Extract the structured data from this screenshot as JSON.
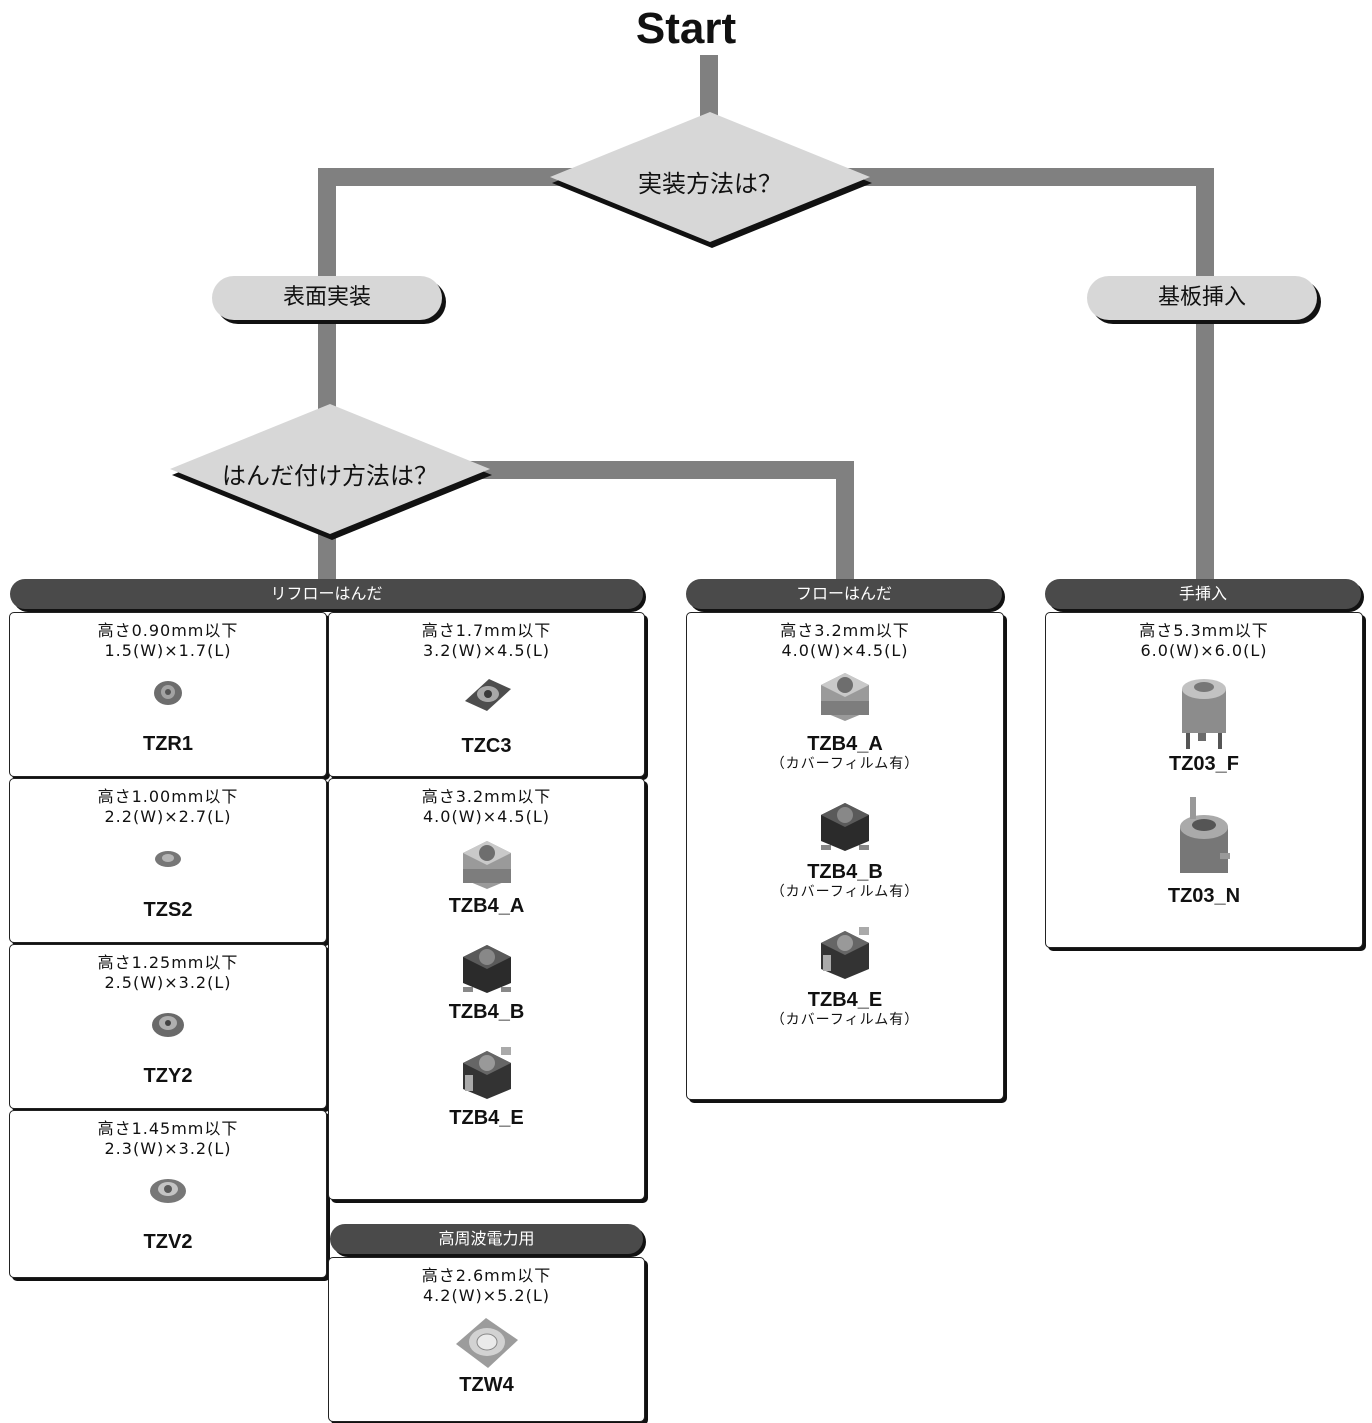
{
  "title": "Start",
  "decisions": {
    "mount_method": "実装方法は？",
    "solder_method": "はんだ付け方法は？"
  },
  "branches": {
    "surface": "表面実装",
    "through_hole": "基板挿入"
  },
  "groups": {
    "reflow": "リフローはんだ",
    "flow": "フローはんだ",
    "manual": "手挿入",
    "rf": "高周波電力用"
  },
  "reflow_left": [
    {
      "spec1": "高さ0.90mm以下",
      "spec2": "1.5(W)×1.7(L)",
      "name": "TZR1"
    },
    {
      "spec1": "高さ1.00mm以下",
      "spec2": "2.2(W)×2.7(L)",
      "name": "TZS2"
    },
    {
      "spec1": "高さ1.25mm以下",
      "spec2": "2.5(W)×3.2(L)",
      "name": "TZY2"
    },
    {
      "spec1": "高さ1.45mm以下",
      "spec2": "2.3(W)×3.2(L)",
      "name": "TZV2"
    }
  ],
  "reflow_right": {
    "tzc3": {
      "spec1": "高さ1.7mm以下",
      "spec2": "3.2(W)×4.5(L)",
      "name": "TZC3"
    },
    "tzb4": {
      "spec1": "高さ3.2mm以下",
      "spec2": "4.0(W)×4.5(L)",
      "names": [
        "TZB4_A",
        "TZB4_B",
        "TZB4_E"
      ]
    }
  },
  "rf": {
    "spec1": "高さ2.6mm以下",
    "spec2": "4.2(W)×5.2(L)",
    "name": "TZW4"
  },
  "flow": {
    "spec1": "高さ3.2mm以下",
    "spec2": "4.0(W)×4.5(L)",
    "names": [
      "TZB4_A",
      "TZB4_B",
      "TZB4_E"
    ],
    "note": "（カバーフィルム有）"
  },
  "manual": {
    "spec1": "高さ5.3mm以下",
    "spec2": "6.0(W)×6.0(L)",
    "names": [
      "TZ03_F",
      "TZ03_N"
    ]
  }
}
